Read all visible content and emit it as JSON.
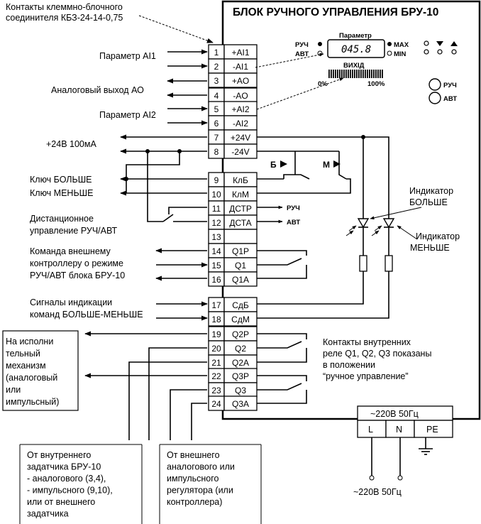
{
  "title": "БЛОК РУЧНОГО УПРАВЛЕНИЯ   БРУ-10",
  "connector_label": [
    "Контакты клеммно-блочного",
    "соединителя  КБЗ-24-14-0,75"
  ],
  "panel": {
    "param_label": "Параметр",
    "display_value": "045.8",
    "ruch": "РУЧ",
    "avt": "АВТ",
    "max": "MAX",
    "min": "MIN",
    "output_label": "ВИХІД",
    "bar_min": "0%",
    "bar_max": "100%",
    "button_ruch": "РУЧ",
    "button_avt": "АВТ"
  },
  "terminals": [
    {
      "num": "1",
      "name": "+AI1"
    },
    {
      "num": "2",
      "name": "-AI1"
    },
    {
      "num": "3",
      "name": "+AO"
    },
    {
      "num": "4",
      "name": "-AO"
    },
    {
      "num": "5",
      "name": "+AI2"
    },
    {
      "num": "6",
      "name": "-AI2"
    },
    {
      "num": "7",
      "name": "+24V"
    },
    {
      "num": "8",
      "name": "-24V"
    },
    {
      "num": "9",
      "name": "КлБ"
    },
    {
      "num": "10",
      "name": "КлМ"
    },
    {
      "num": "11",
      "name": "ДСТР"
    },
    {
      "num": "12",
      "name": "ДСТА"
    },
    {
      "num": "13",
      "name": ""
    },
    {
      "num": "14",
      "name": "Q1P"
    },
    {
      "num": "15",
      "name": "Q1"
    },
    {
      "num": "16",
      "name": "Q1A"
    },
    {
      "num": "17",
      "name": "СдБ"
    },
    {
      "num": "18",
      "name": "СдМ"
    },
    {
      "num": "19",
      "name": "Q2P"
    },
    {
      "num": "20",
      "name": "Q2"
    },
    {
      "num": "21",
      "name": "Q2A"
    },
    {
      "num": "22",
      "name": "Q3P"
    },
    {
      "num": "23",
      "name": "Q3"
    },
    {
      "num": "24",
      "name": "Q3A"
    }
  ],
  "labels": {
    "param_ai1": "Параметр AI1",
    "analog_out": "Аналоговый выход АО",
    "param_ai2": "Параметр AI2",
    "power24": "+24В 100мА",
    "key_more": "Ключ БОЛЬШЕ",
    "key_less": "Ключ МЕНЬШЕ",
    "remote": [
      "Дистанционное",
      "управление РУЧ/АВТ"
    ],
    "command": [
      "Команда внешнему",
      "контроллеру о режиме",
      "РУЧ/АВТ блока БРУ-10"
    ],
    "signals": [
      "Сигналы индикации",
      "команд БОЛЬШЕ-МЕНЬШЕ"
    ],
    "actuator": [
      "На исполни",
      "тельный",
      "механизм",
      "(аналоговый",
      "или",
      "импульсный)"
    ],
    "internal": [
      "От внутреннего",
      "задатчика БРУ-10",
      "- аналогового (3,4),",
      "- импульсного (9,10),",
      "или от внешнего",
      "задатчика"
    ],
    "external": [
      "От внешнего",
      "аналогового или",
      "импульсного",
      "регулятора (или",
      "контроллера)"
    ],
    "relay_note": [
      "Контакты внутренних",
      "реле Q1, Q2, Q3 показаны",
      "в положении",
      "“ручное управление”"
    ],
    "ind_more": [
      "Индикатор",
      "БОЛЬШЕ"
    ],
    "ind_less": [
      "Индикатор",
      "МЕНЬШЕ"
    ],
    "ruch_out": "РУЧ",
    "avt_out": "АВТ",
    "switch_b": "Б",
    "switch_m": "М",
    "power_top": "~220В 50Гц",
    "power_bottom": "~220В 50Гц",
    "pin_l": "L",
    "pin_n": "N",
    "pin_pe": "PE"
  }
}
